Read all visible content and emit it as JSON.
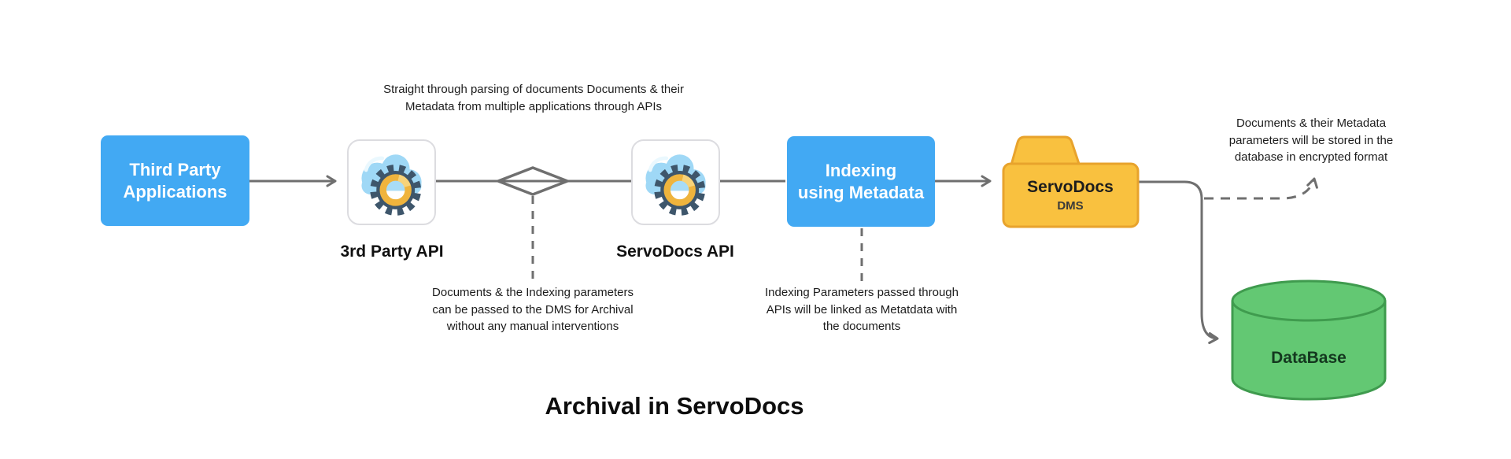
{
  "diagram_title": "Archival in ServoDocs",
  "colors": {
    "process_box_blue": "#42A9F3",
    "folder_yellow": "#F9C13F",
    "folder_border": "#E8A32C",
    "database_green": "#63C873",
    "database_border": "#3F9B4E",
    "connector_gray": "#6F6F6F"
  },
  "nodes": {
    "third_party_applications": {
      "lines": [
        "Third Party",
        "Applications"
      ]
    },
    "third_party_api": {
      "label": "3rd Party API"
    },
    "servodocs_api": {
      "label": "ServoDocs API"
    },
    "indexing": {
      "lines": [
        "Indexing",
        "using Metadata"
      ]
    },
    "servodocs_dms": {
      "name": "ServoDocs",
      "type": "DMS"
    },
    "database": {
      "label": "DataBase"
    }
  },
  "annotations": {
    "top": {
      "lines": [
        "Straight through parsing of documents Documents & their",
        "Metadata from multiple applications through APIs"
      ]
    },
    "under_diamond": {
      "lines": [
        "Documents & the Indexing parameters",
        "can be passed to the DMS for Archival",
        "without any manual interventions"
      ]
    },
    "under_indexing": {
      "lines": [
        "Indexing Parameters passed through",
        "APIs will be linked as Metatdata with",
        "the documents"
      ]
    },
    "storage": {
      "lines": [
        "Documents & their Metadata",
        "parameters will be stored in the",
        "database in encrypted format"
      ]
    }
  }
}
